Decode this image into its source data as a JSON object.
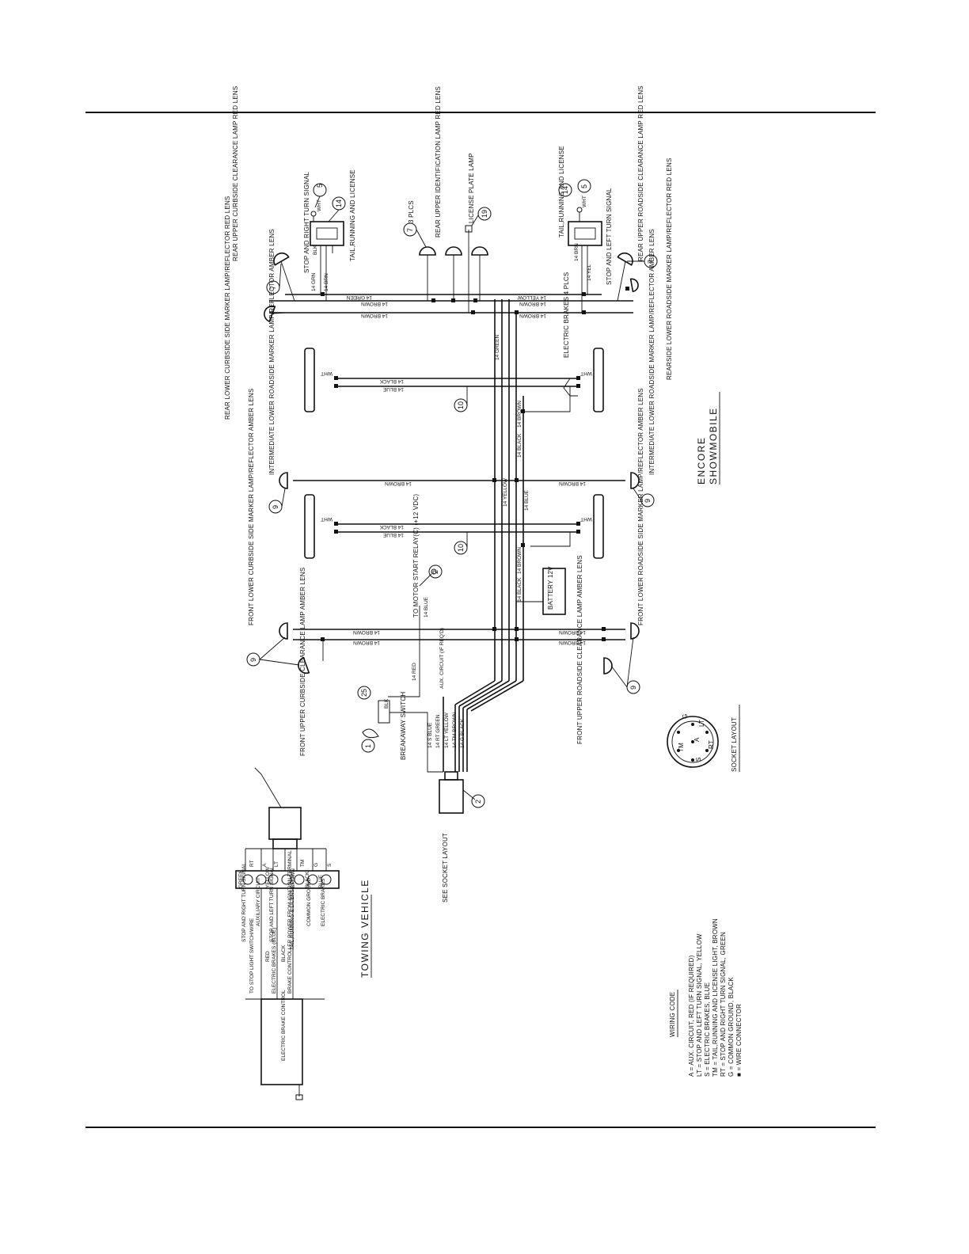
{
  "diagram_title": {
    "line1": "ENCORE",
    "line2": "SHOWMOBILE"
  },
  "socket_layout": {
    "label": "SOCKET LAYOUT",
    "see_label": "SEE SOCKET LAYOUT",
    "pins": [
      "G",
      "LT",
      "RT",
      "S",
      "TM",
      "A"
    ]
  },
  "towing_vehicle": {
    "label": "TOWING VEHICLE",
    "controller_label": "ELECTRIC BRAKE CONTROL",
    "feed_labels": [
      "TO STOP LIGHT SWITCH/WIRE",
      "RED",
      "ELECTRIC BRAKES (BLUE)",
      "BLACK",
      "BRAKE CONTROLLER POWER FROM IGNITION TERMINAL"
    ],
    "terminal_colors": [
      "GREEN",
      "",
      "YELLOW",
      "",
      "BROWN",
      "BLACK",
      "BLUE"
    ],
    "terminal_codes": [
      "RT",
      "A",
      "LT",
      "TM",
      "G",
      "S"
    ],
    "functions": [
      "STOP AND RIGHT TURN SIGNAL",
      "AUXILIARY CIRCUIT",
      "STOP AND LEFT TURN SIGNAL",
      "TAIL,RUNNING & LICENSE LIGHT",
      "COMMON GROUND",
      "ELECTRIC BRAKES"
    ]
  },
  "wiring_code": {
    "title": "WIRING CODE",
    "lines": [
      "A = AUX. CIRCUIT, RED (IF REQUIRED)",
      "LT = STOP AND LEFT TURN SIGNAL, YELLOW",
      "S = ELECTRIC BRAKES, BLUE",
      "TM = TAIL,RUNNING AND LICENSE LIGHT, BROWN",
      "RT = STOP AND RIGHT TURN SIGNAL, GREEN",
      "G = COMMON GROUND, BLACK",
      "■ = WIRE CONNECTOR"
    ]
  },
  "components": {
    "rear_upper_curbside": "REAR UPPER CURBSIDE CLEARANCE LAMP RED LENS",
    "stop_right_turn": "STOP AND RIGHT TURN SIGNAL",
    "tail_running_license_left": "TAIL,RUNNING AND LICENSE",
    "rear_upper_id": "REAR UPPER IDENTIFICATION LAMP RED LENS",
    "plcs": "3 PLCS",
    "license_plate": "LICENSE PLATE LAMP",
    "tail_running_license_right": "TAIL,RUNNING AND LICENSE",
    "stop_left_turn": "STOP AND LEFT TURN SIGNAL",
    "rear_upper_roadside": "REAR UPPER ROADSIDE CLEARANCE LAMP RED LENS",
    "rear_lower_curbside": "REAR LOWER CURBSIDE SIDE MARKER LAMP/REFLECTOR RED LENS",
    "rearside_lower_roadside": "REARSIDE LOWER ROADSIDE MARKER LAMP/REFLECTOR RED LENS",
    "electric_brakes": "ELECTRIC BRAKES 4 PLCS",
    "intermediate_curbside": "INTERMEDIATE LOWER ROADSIDE MARKER LAMP/REFLECTOR AMBER LENS",
    "intermediate_roadside": "INTERMEDIATE LOWER ROADSIDE MARKER LAMP/REFLECTOR AMBER LENS",
    "front_lower_curbside": "FRONT LOWER CURBSIDE SIDE MARKER LAMP/REFLECTOR AMBER LENS",
    "front_lower_roadside": "FRONT LOWER ROADSIDE SIDE MARKER LAMP/REFLECTOR AMBER LENS",
    "front_upper_curbside": "FRONT UPPER CURBSIDE CLEARANCE LAMP AMBER LENS",
    "front_upper_roadside": "FRONT UPPER ROADSIDE CLEARANCE LAMP AMBER LENS",
    "motor_start_relay": "TO MOTOR START RELAY(C) (+12 VDC)",
    "breakaway_switch": "BREAKAWAY SWITCH",
    "aux_circuit": "AUX. CIRCUIT (IF REQ'D)",
    "battery": "BATTERY 12V",
    "wht": "WHT",
    "blk": "BLK"
  },
  "wire_labels": {
    "green": "14 GREEN",
    "brown": "14 BROWN",
    "yellow": "14 YELLOW",
    "black": "14 BLACK",
    "blue": "14 BLUE",
    "red": "14 RED",
    "grn": "14 GRN",
    "brn": "14 BRN",
    "yel": "14 YEL",
    "bundle": [
      "14 RT GREEN",
      "14 LT YELLOW",
      "14 TM BROWN",
      "14 G BLACK",
      "14 S BLUE"
    ]
  },
  "callouts": [
    "5",
    "14",
    "7",
    "19",
    "7",
    "7",
    "10",
    "10",
    "9",
    "9",
    "9",
    "9",
    "2",
    "25",
    "1",
    "2",
    "5",
    "14",
    "7"
  ]
}
